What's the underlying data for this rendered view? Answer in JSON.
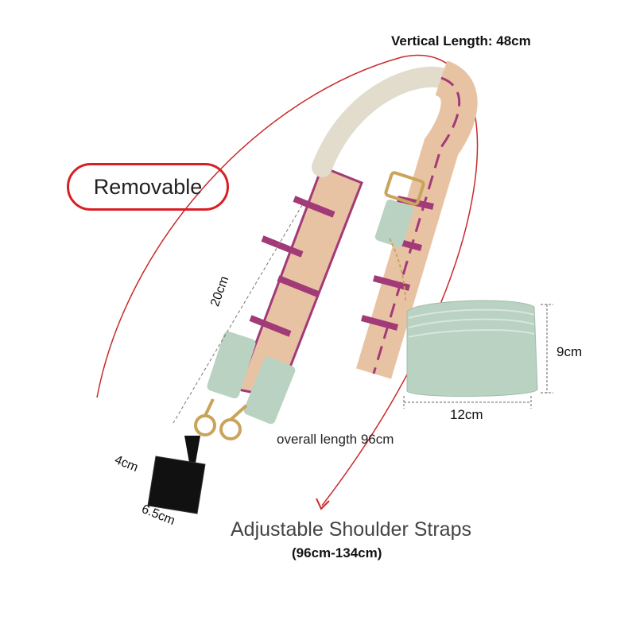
{
  "labels": {
    "vertical_length": "Vertical Length: 48cm",
    "removable": "Removable",
    "strap_pad_length": "20cm",
    "overall_length": "overall length 96cm",
    "purse_width": "12cm",
    "purse_height": "9cm",
    "card_width": "4cm",
    "card_height": "6.5cm",
    "adjustable": "Adjustable Shoulder Straps",
    "adjustable_range": "(96cm-134cm)"
  },
  "colors": {
    "annotation_red": "#d81f26",
    "purse_mint": "#b9d2c2",
    "strap_purple": "#a23a78",
    "strap_peach": "#e8c3a3",
    "card_black": "#111111"
  }
}
